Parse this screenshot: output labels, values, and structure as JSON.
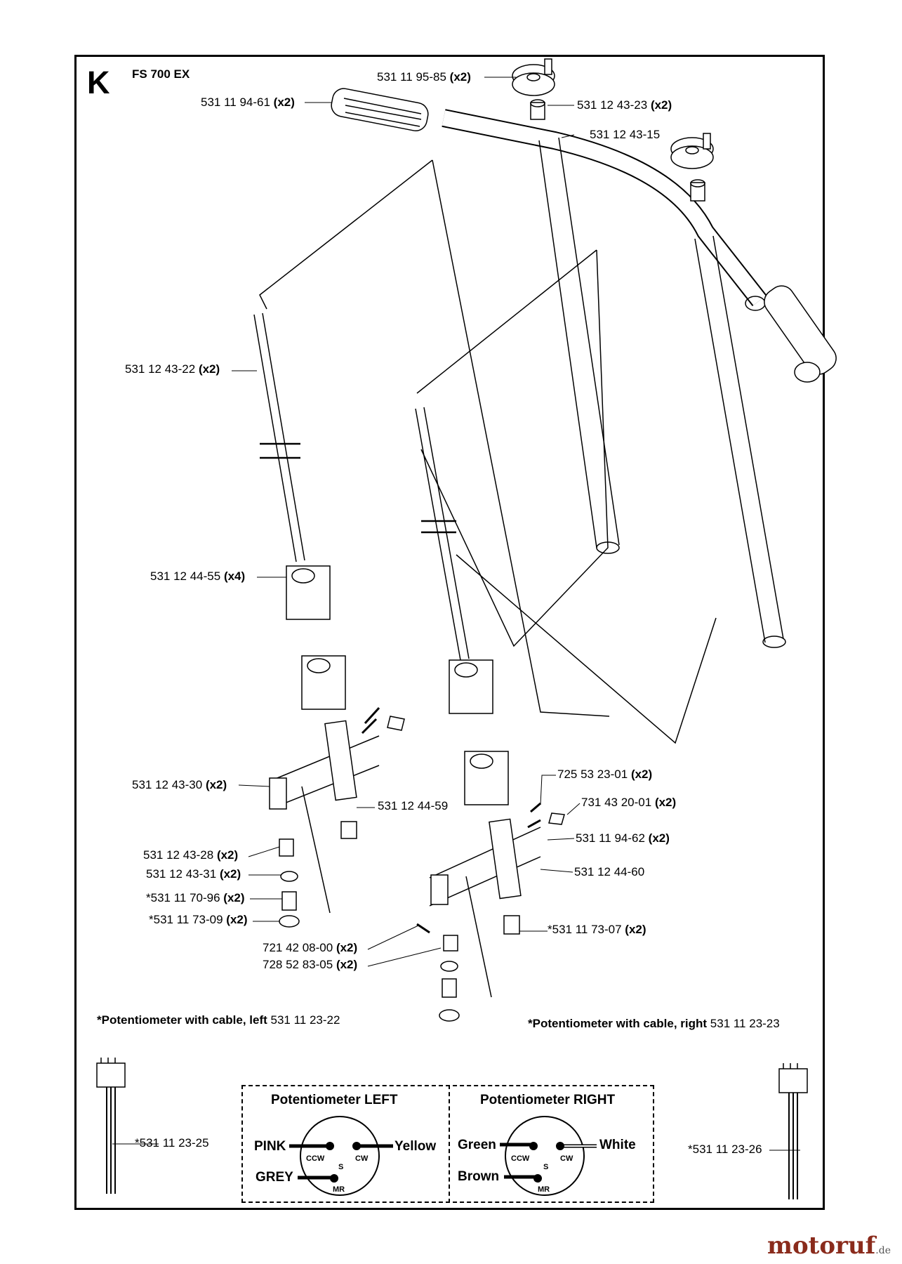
{
  "section_letter": "K",
  "model": "FS 700 EX",
  "labels": {
    "knob_top": {
      "part": "531 11 95-85",
      "qty": "(x2)"
    },
    "grip": {
      "part": "531 11 94-61",
      "qty": "(x2)"
    },
    "bushing_top": {
      "part": "531 12 43-23",
      "qty": "(x2)"
    },
    "handlebar": {
      "part": "531 12 43-15",
      "qty": ""
    },
    "rod": {
      "part": "531 12 43-22",
      "qty": "(x2)"
    },
    "block": {
      "part": "531 12 44-55",
      "qty": "(x4)"
    },
    "spacer": {
      "part": "531 12 43-30",
      "qty": "(x2)"
    },
    "bracket_left": {
      "part": "531 12 44-59",
      "qty": ""
    },
    "collar": {
      "part": "531 12 43-28",
      "qty": "(x2)"
    },
    "washer": {
      "part": "531 12 43-31",
      "qty": "(x2)"
    },
    "pot_left_body": {
      "part": "*531 11 70-96",
      "qty": "(x2)"
    },
    "pot_left_nut": {
      "part": "*531 11 73-09",
      "qty": "(x2)"
    },
    "pin": {
      "part": "721 42 08-00",
      "qty": "(x2)"
    },
    "clip": {
      "part": "728 52 83-05",
      "qty": "(x2)"
    },
    "screw": {
      "part": "725 53 23-01",
      "qty": "(x2)"
    },
    "nut": {
      "part": "731 43 20-01",
      "qty": "(x2)"
    },
    "setscrew": {
      "part": "531 11 94-62",
      "qty": "(x2)"
    },
    "bracket_right": {
      "part": "531 12 44-60",
      "qty": ""
    },
    "pot_right_nut": {
      "part": "*531 11 73-07",
      "qty": "(x2)"
    }
  },
  "notes": {
    "left": {
      "text": "*Potentiometer with cable, left",
      "part": "531 11 23-22"
    },
    "right": {
      "text": "*Potentiometer with cable, right",
      "part": "531 11 23-23"
    }
  },
  "cables": {
    "left": "*531 11 23-25",
    "right": "*531 11 23-26"
  },
  "potentiometers": {
    "left": {
      "title": "Potentiometer LEFT",
      "wire_ccw": "PINK",
      "wire_cw": "Yellow",
      "wire_mr": "GREY",
      "ccw": "CCW",
      "cw": "CW",
      "s": "S",
      "mr": "MR"
    },
    "right": {
      "title": "Potentiometer RIGHT",
      "wire_ccw": "Green",
      "wire_cw": "White",
      "wire_mr": "Brown",
      "ccw": "CCW",
      "cw": "CW",
      "s": "S",
      "mr": "MR"
    }
  },
  "watermark": {
    "brand": "motoruf",
    "tld": ".de"
  }
}
